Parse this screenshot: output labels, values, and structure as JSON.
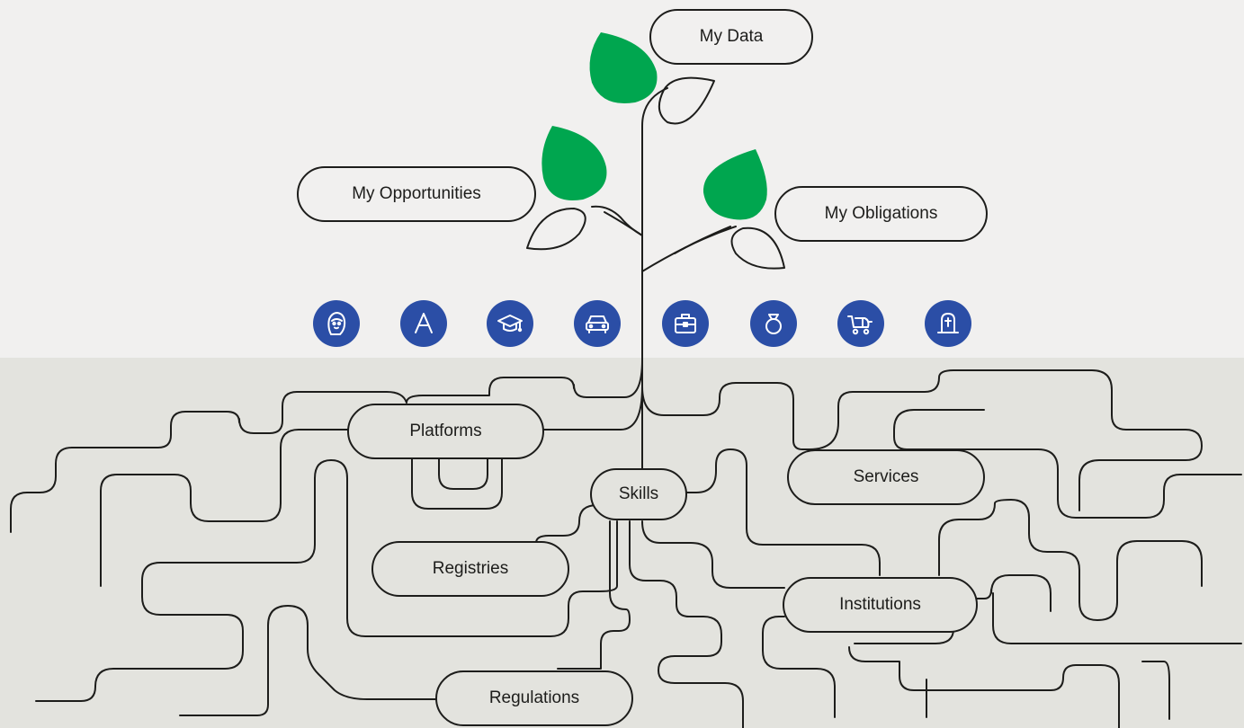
{
  "colors": {
    "sky": "#f1f0ef",
    "ground": "#e3e3de",
    "line": "#1d1d1b",
    "leaf_green": "#00a64f",
    "icon_blue": "#2b4ea6"
  },
  "branches": {
    "data": "My Data",
    "opportunities": "My Opportunities",
    "obligations": "My Obligations"
  },
  "roots": {
    "platforms": "Platforms",
    "skills": "Skills",
    "services": "Services",
    "registries": "Registries",
    "institutions": "Institutions",
    "regulations": "Regulations"
  },
  "life_events": [
    {
      "icon": "baby-icon"
    },
    {
      "icon": "letter-a-icon"
    },
    {
      "icon": "graduation-cap-icon"
    },
    {
      "icon": "car-icon"
    },
    {
      "icon": "briefcase-icon"
    },
    {
      "icon": "ring-icon"
    },
    {
      "icon": "baby-carriage-icon"
    },
    {
      "icon": "gravestone-icon"
    }
  ]
}
